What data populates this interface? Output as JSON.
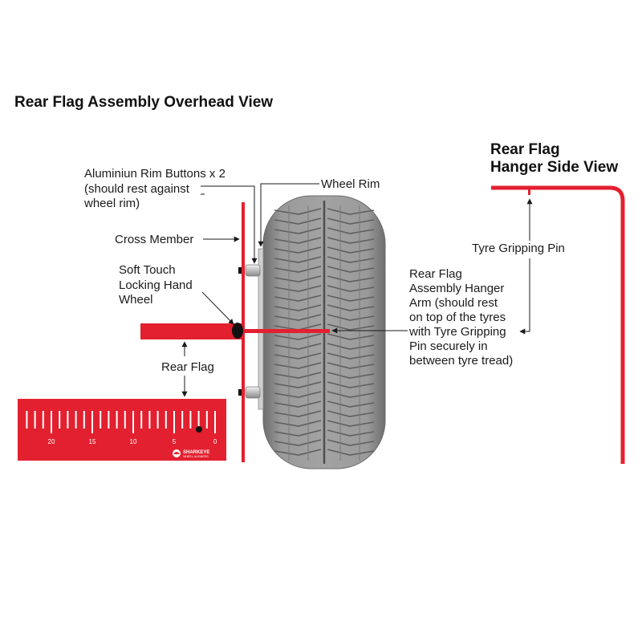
{
  "title": "Rear Flag Assembly Overhead View",
  "side_view_title": [
    "Rear Flag",
    "Hanger Side View"
  ],
  "labels": {
    "rim_buttons": [
      "Aluminiun Rim Buttons x 2",
      "(should rest against",
      "wheel rim)"
    ],
    "wheel_rim": "Wheel Rim",
    "cross_member": "Cross Member",
    "hand_wheel": [
      "Soft Touch",
      "Locking Hand",
      "Wheel"
    ],
    "rear_flag": "Rear Flag",
    "hanger_arm": [
      "Rear Flag",
      "Assembly Hanger",
      "Arm (should rest",
      "on top of the tyres",
      "with Tyre Gripping",
      "Pin securely in",
      "between tyre tread)"
    ],
    "gripping_pin": "Tyre Gripping Pin"
  },
  "scale": {
    "numbers": [
      "20",
      "15",
      "10",
      "5",
      "0"
    ],
    "logo_name": "SHARKEYE",
    "logo_sub": "WHEEL ALIGNERS"
  },
  "colors": {
    "red": "#e3202f",
    "tyre": "#8d8d8d",
    "tyre_dark": "#5a5a5a",
    "text": "#1a1a1a"
  }
}
